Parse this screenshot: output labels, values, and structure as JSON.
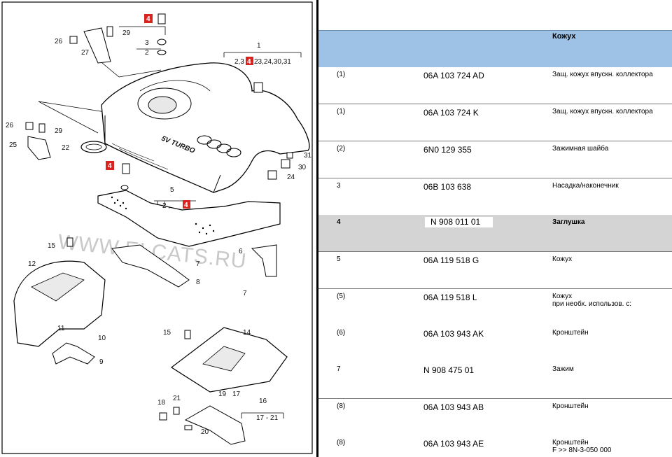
{
  "diagram": {
    "watermark": "WWW.ELCATS.RU",
    "engine_badge": "5V TURBO",
    "highlight_label": "4",
    "callouts": [
      "1",
      "2",
      "3",
      "5",
      "6",
      "7",
      "7",
      "8",
      "9",
      "10",
      "11",
      "12",
      "14",
      "15",
      "15",
      "16",
      "17",
      "18",
      "19",
      "20",
      "21",
      "22",
      "24",
      "25",
      "26",
      "26",
      "27",
      "29",
      "29",
      "30",
      "31"
    ],
    "group_refs": {
      "group1": "2,3",
      "group1_rest": "23,24,30,31",
      "group5": "2 ,",
      "group16": "17 - 21"
    }
  },
  "table": {
    "header": {
      "pos": "",
      "part_number": "",
      "description": "Кожух"
    },
    "rows": [
      {
        "pos": "(1)",
        "part_number": "06A 103 724 AD",
        "description": "Защ. кожух впускн. коллектора"
      },
      {
        "pos": "(1)",
        "part_number": "06A 103 724 K",
        "description": "Защ. кожух впускн. коллектора"
      },
      {
        "pos": "(2)",
        "part_number": "6N0 129 355",
        "description": "Зажимная шайба"
      },
      {
        "pos": "3",
        "part_number": "06B 103 638",
        "description": "Насадка/наконечник"
      },
      {
        "pos": "4",
        "part_number": "N 908 011 01",
        "description": "Заглушка"
      },
      {
        "pos": "5",
        "part_number": "06A 119 518 G",
        "description": "Кожух"
      },
      {
        "pos": "(5)",
        "part_number": "06A 119 518 L",
        "description": "Кожух\nпри необх. использов. с:"
      },
      {
        "pos": "(6)",
        "part_number": "06A 103 943 AK",
        "description": "Кронштейн"
      },
      {
        "pos": "7",
        "part_number": "N 908 475 01",
        "description": "Зажим"
      },
      {
        "pos": "(8)",
        "part_number": "06A 103 943 AB",
        "description": "Кронштейн"
      },
      {
        "pos": "(8)",
        "part_number": "06A 103 943 AE",
        "description": "Кронштейн\nF >> 8N-3-050 000"
      }
    ]
  },
  "colors": {
    "header_bg": "#9ec2e6",
    "selected_row_bg": "#d4d4d4",
    "highlight_red": "#d8231f"
  }
}
